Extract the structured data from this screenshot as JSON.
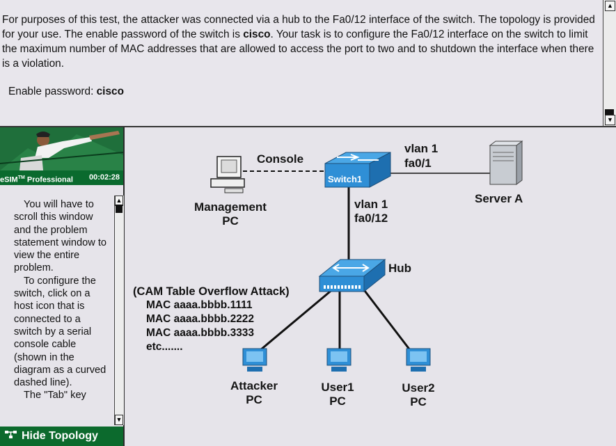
{
  "problem": {
    "text_part1": "For purposes of this test, the attacker was connected via a hub to the Fa0/12 interface of the switch. The topology is provided for your use. The enable password of the switch is ",
    "password_bold": "cisco",
    "text_part2": ". Your task is to configure the Fa0/12 interface on the switch to limit the maximum number of MAC addresses that are allowed to access the port to two and to shutdown the interface when there is a violation.",
    "enable_label": "Enable password: ",
    "enable_value": "cisco"
  },
  "scrollbar": {
    "up_icon": "▲",
    "down_icon": "▼"
  },
  "left_panel": {
    "brand": "eSIM",
    "brand_tm": "TM",
    "brand_suffix": " Professional",
    "timer": "00:02:28",
    "instructions": [
      "You will have to scroll this window and the problem statement window to view the entire problem.",
      "To configure the switch, click on a host icon that is connected to a switch by a serial console cable (shown in the diagram as a curved dashed line).",
      "The \"Tab\" key"
    ],
    "hide_topology": "Hide Topology",
    "hide_icon": "topology-icon"
  },
  "topology": {
    "console_label": "Console",
    "switch_label": "Switch1",
    "vlan_top": "vlan 1",
    "port_top": "fa0/1",
    "server_label": "Server A",
    "mgmt_line1": "Management",
    "mgmt_line2": "PC",
    "vlan_mid": "vlan 1",
    "port_mid": "fa0/12",
    "hub_label": "Hub",
    "attack_title": "(CAM Table Overflow Attack)",
    "mac_lines": [
      "MAC aaaa.bbbb.1111",
      "MAC aaaa.bbbb.2222",
      "MAC aaaa.bbbb.3333",
      "etc......."
    ],
    "attacker_line1": "Attacker",
    "attacker_line2": "PC",
    "user1_line1": "User1",
    "user1_line2": "PC",
    "user2_line1": "User2",
    "user2_line2": "PC"
  },
  "colors": {
    "device_blue": "#2f8fd6",
    "panel_green": "#0c6a2d"
  }
}
